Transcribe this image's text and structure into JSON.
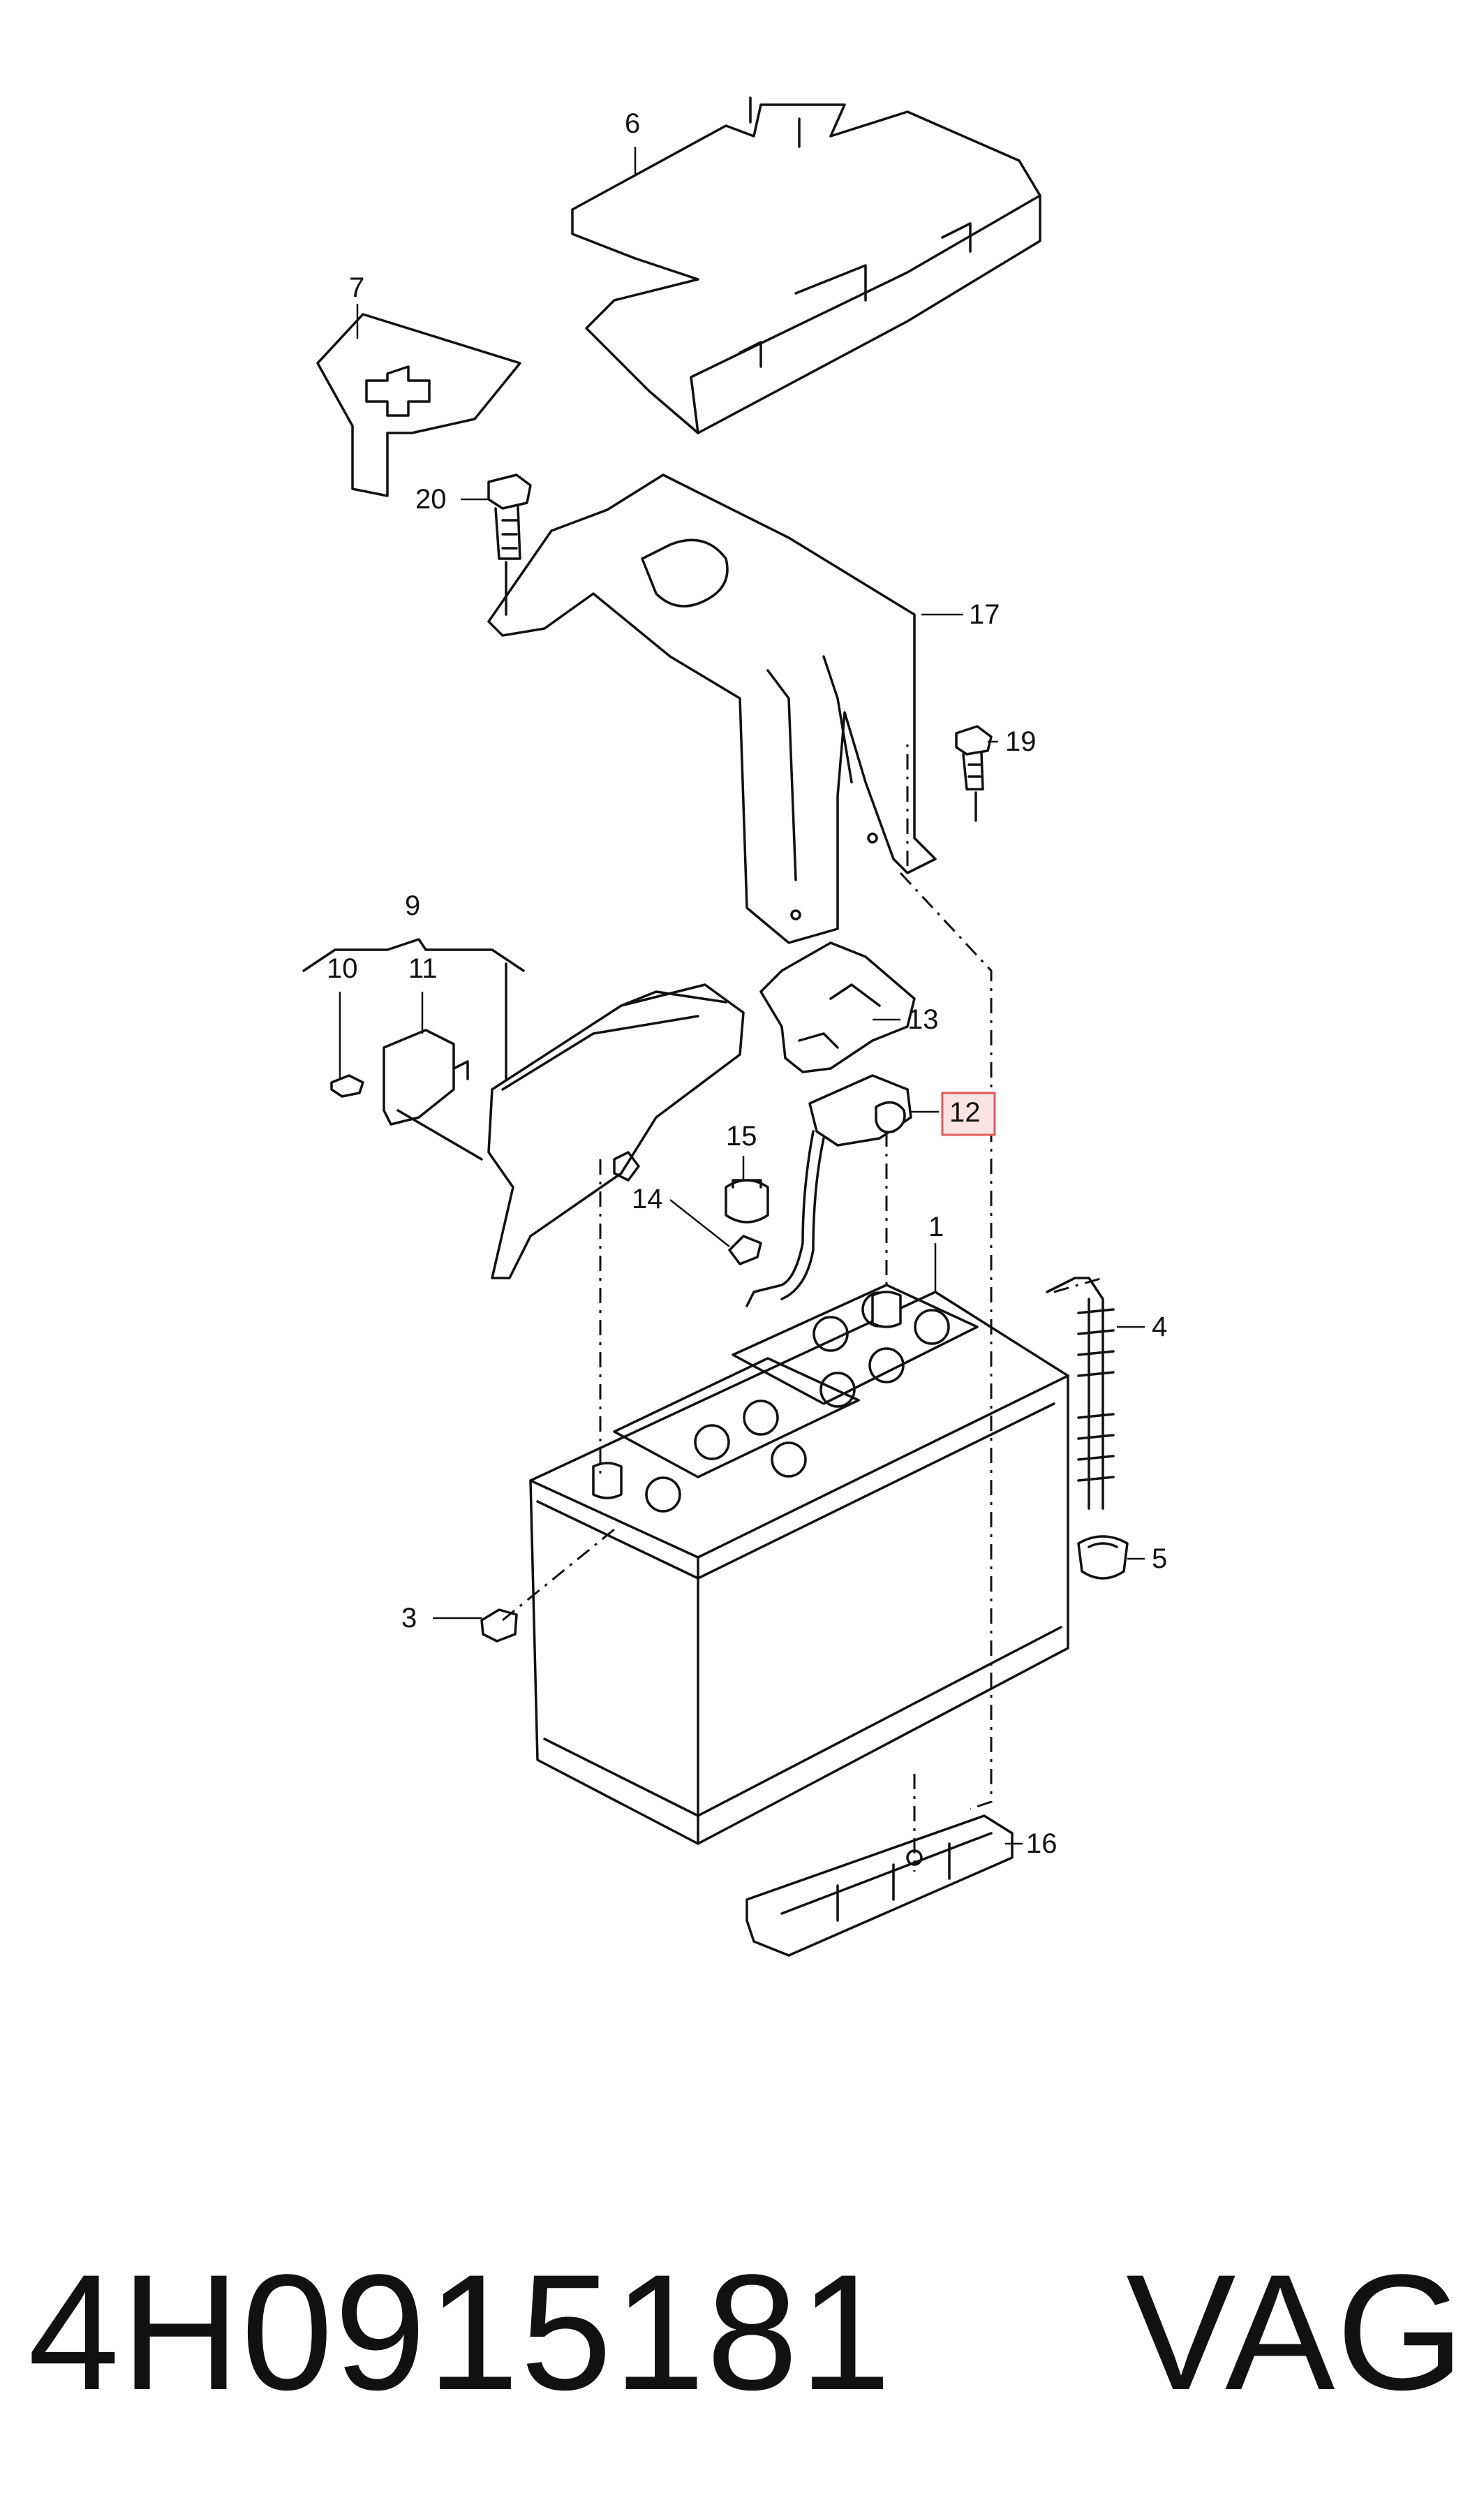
{
  "diagram": {
    "callouts": {
      "p1": "1",
      "p3": "3",
      "p4": "4",
      "p5": "5",
      "p6": "6",
      "p7": "7",
      "p9": "9",
      "p10": "10",
      "p11": "11",
      "p12": "12",
      "p13": "13",
      "p14": "14",
      "p15": "15",
      "p16": "16",
      "p17": "17",
      "p19": "19",
      "p20": "20"
    },
    "highlighted_callout": "12",
    "highlight_color": "#e05a5a"
  },
  "footer": {
    "part_number": "4H0915181",
    "brand": "VAG"
  }
}
